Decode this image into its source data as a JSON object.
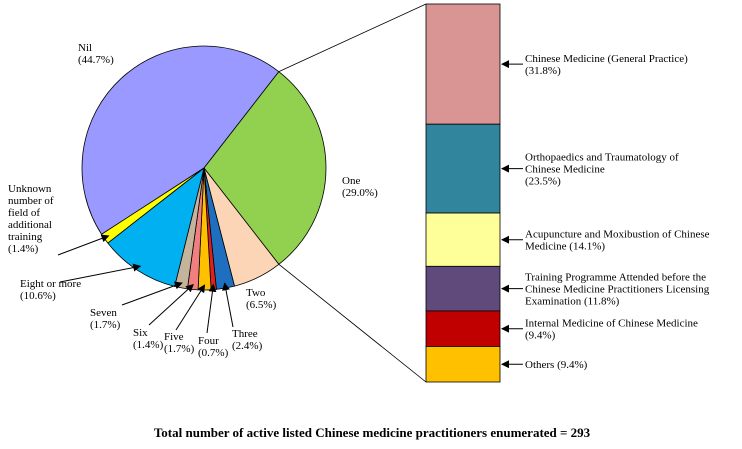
{
  "chart_data": [
    {
      "type": "pie",
      "slices": [
        {
          "label": "Nil",
          "value": 44.7,
          "color": "#9999FF"
        },
        {
          "label": "One",
          "value": 29.0,
          "color": "#92D050"
        },
        {
          "label": "Two",
          "value": 6.5,
          "color": "#FBD5B5"
        },
        {
          "label": "Three",
          "value": 2.4,
          "color": "#1F6FC0"
        },
        {
          "label": "Four",
          "value": 0.7,
          "color": "#E02020"
        },
        {
          "label": "Five",
          "value": 1.7,
          "color": "#FFC000"
        },
        {
          "label": "Six",
          "value": 1.4,
          "color": "#F08080"
        },
        {
          "label": "Seven",
          "value": 1.7,
          "color": "#C4B49C"
        },
        {
          "label": "Eight or more",
          "value": 10.6,
          "color": "#00B0F0"
        },
        {
          "label": "Unknown number of field of additional training",
          "value": 1.4,
          "color": "#FFFF00"
        }
      ],
      "slice_labels": [
        {
          "lines": [
            "Nil",
            "(44.7%)"
          ]
        },
        {
          "lines": [
            "One",
            "(29.0%)"
          ]
        },
        {
          "lines": [
            "Two",
            "(6.5%)"
          ]
        },
        {
          "lines": [
            "Three",
            "(2.4%)"
          ]
        },
        {
          "lines": [
            "Four",
            "(0.7%)"
          ]
        },
        {
          "lines": [
            "Five",
            "(1.7%)"
          ]
        },
        {
          "lines": [
            "Six",
            "(1.4%)"
          ]
        },
        {
          "lines": [
            "Seven",
            "(1.7%)"
          ]
        },
        {
          "lines": [
            "Eight or more",
            "(10.6%)"
          ]
        },
        {
          "lines": [
            "Unknown",
            "number of",
            "field of",
            "additional",
            "training",
            "(1.4%)"
          ]
        }
      ]
    },
    {
      "type": "bar",
      "stacked": true,
      "breakdown_of": "One",
      "segments": [
        {
          "label": "Chinese Medicine (General Practice)",
          "value": 31.8,
          "color": "#D99594",
          "lines": [
            "Chinese Medicine (General Practice)",
            "(31.8%)"
          ]
        },
        {
          "label": "Orthopaedics and Traumatology of Chinese Medicine",
          "value": 23.5,
          "color": "#31859C",
          "lines": [
            "Orthopaedics and Traumatology of",
            "Chinese Medicine",
            "(23.5%)"
          ]
        },
        {
          "label": "Acupuncture and Moxibustion of Chinese Medicine",
          "value": 14.1,
          "color": "#FFFF99",
          "lines": [
            "Acupuncture and Moxibustion of Chinese",
            "Medicine (14.1%)"
          ]
        },
        {
          "label": "Training Programme Attended before the Chinese Medicine Practitioners Licensing Examination",
          "value": 11.8,
          "color": "#604A7B",
          "lines": [
            "Training Programme Attended before the",
            "Chinese Medicine Practitioners Licensing",
            "Examination (11.8%)"
          ]
        },
        {
          "label": "Internal Medicine of Chinese Medicine",
          "value": 9.4,
          "color": "#C00000",
          "lines": [
            "Internal Medicine of Chinese Medicine",
            "(9.4%)"
          ]
        },
        {
          "label": "Others",
          "value": 9.4,
          "color": "#FFC000",
          "lines": [
            "Others (9.4%)"
          ]
        }
      ]
    }
  ],
  "caption": "Total number of active listed Chinese medicine practitioners enumerated = 293"
}
